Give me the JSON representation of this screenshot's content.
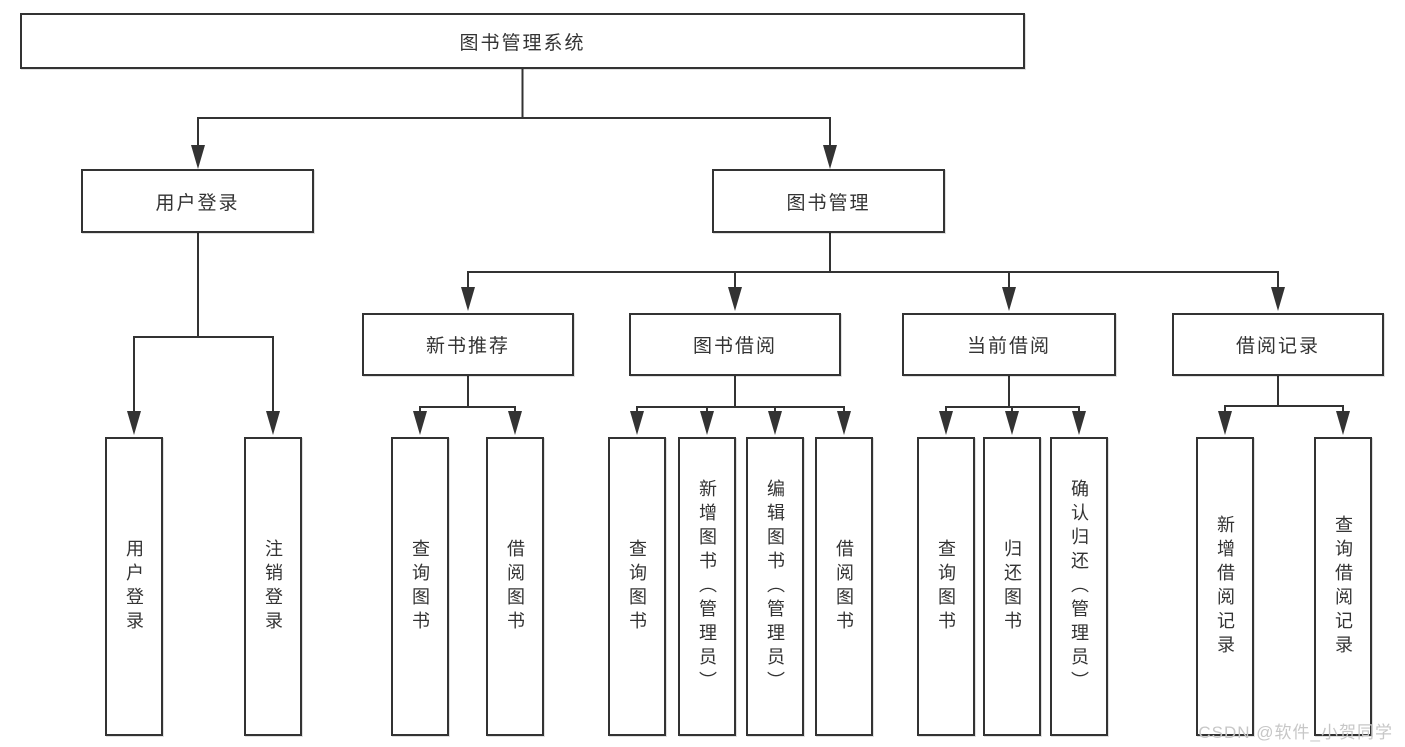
{
  "colors": {
    "line": "#333333",
    "box_border": "#333333",
    "box_fill": "#ffffff",
    "text": "#333333",
    "watermark_text_color": "#c7c7c7",
    "background": "#ffffff"
  },
  "watermark": {
    "text": "CSDN @软件_小贺同学"
  },
  "tree": {
    "root": {
      "label": "图书管理系统"
    },
    "branches": [
      {
        "label": "用户登录",
        "children": [
          {
            "label": "用户登录"
          },
          {
            "label": "注销登录"
          }
        ]
      },
      {
        "label": "图书管理",
        "children": [
          {
            "label": "新书推荐",
            "children": [
              {
                "label": "查询图书"
              },
              {
                "label": "借阅图书"
              }
            ]
          },
          {
            "label": "图书借阅",
            "children": [
              {
                "label": "查询图书"
              },
              {
                "label": "新增图书（管理员）"
              },
              {
                "label": "编辑图书（管理员）"
              },
              {
                "label": "借阅图书"
              }
            ]
          },
          {
            "label": "当前借阅",
            "children": [
              {
                "label": "查询图书"
              },
              {
                "label": "归还图书"
              },
              {
                "label": "确认归还（管理员）"
              }
            ]
          },
          {
            "label": "借阅记录",
            "children": [
              {
                "label": "新增借阅记录"
              },
              {
                "label": "查询借阅记录"
              }
            ]
          }
        ]
      }
    ]
  }
}
